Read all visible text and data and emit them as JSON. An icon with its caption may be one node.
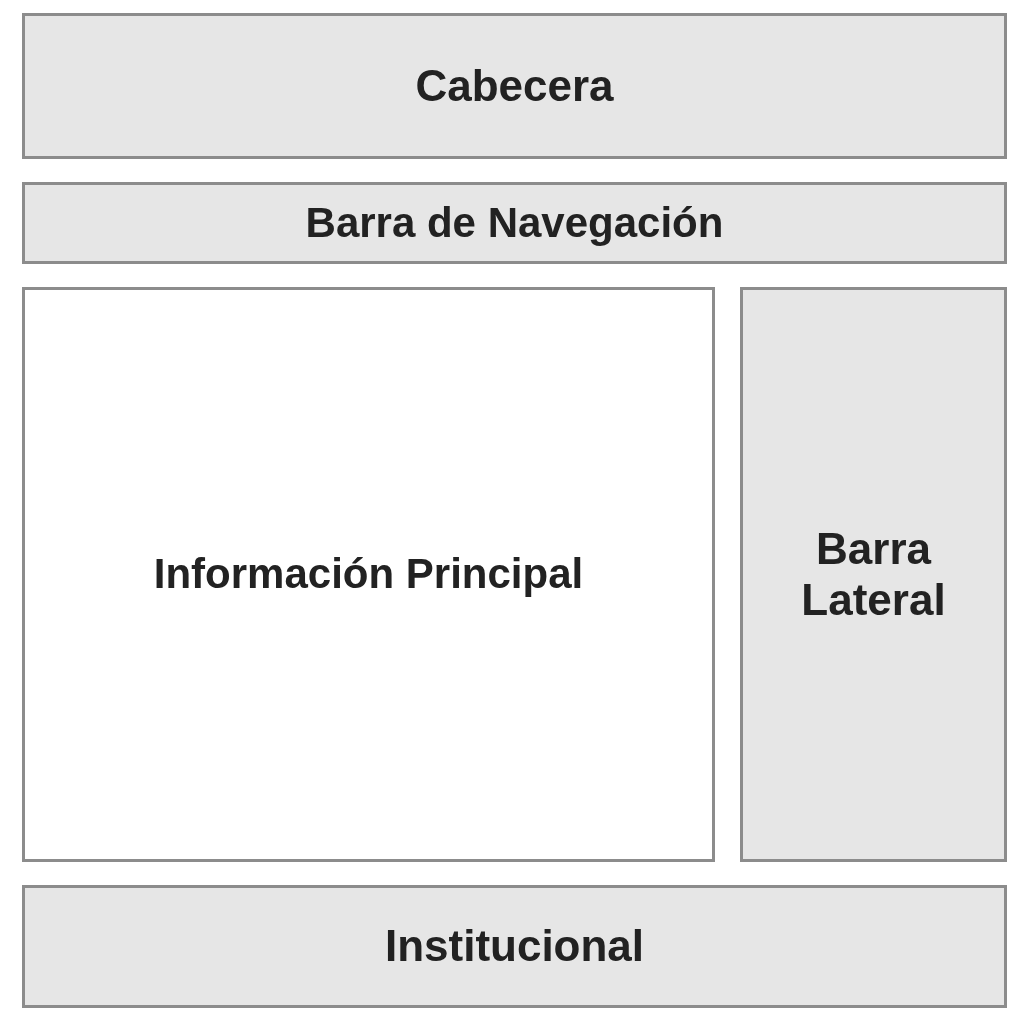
{
  "diagram": {
    "nodes": [
      {
        "text": [
          "Cabecera"
        ]
      },
      {
        "text": [
          "Barra de Navegación"
        ]
      },
      {
        "text": [
          "Información Principal"
        ]
      },
      {
        "text": [
          "Barra Lateral"
        ]
      },
      {
        "text": [
          "Institucional"
        ]
      }
    ]
  }
}
